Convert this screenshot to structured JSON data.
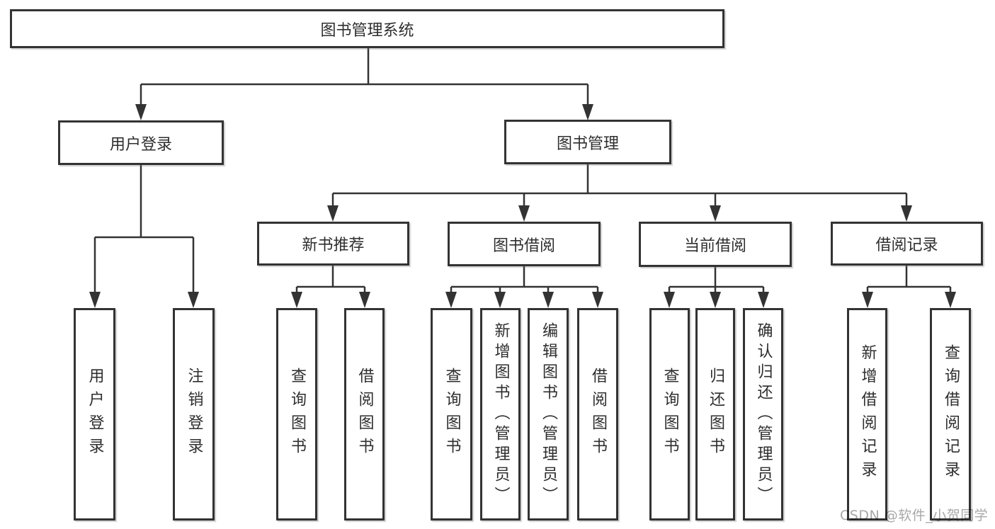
{
  "diagram": {
    "root": "图书管理系统",
    "level2": {
      "user_login": "用户登录",
      "book_management": "图书管理"
    },
    "level3": {
      "new_book": "新书推荐",
      "book_borrow": "图书借阅",
      "current_borrow": "当前借阅",
      "borrow_records": "借阅记录"
    },
    "leaves": {
      "user_login": [
        "用户登录",
        "注销登录"
      ],
      "new_book": [
        "查询图书",
        "借阅图书"
      ],
      "book_borrow": [
        "查询图书",
        "新增图书（管理员）",
        "编辑图书（管理员）",
        "借阅图书"
      ],
      "current_borrow": [
        "查询图书",
        "归还图书",
        "确认归还（管理员）"
      ],
      "borrow_records": [
        "新增借阅记录",
        "查询借阅记录"
      ]
    }
  },
  "watermark": "CSDN @软件_小贺同学",
  "colors": {
    "line": "#333333",
    "box_border": "#333333",
    "box_fill": "#ffffff",
    "text": "#2e2e2e",
    "watermark_text": "#a8a8a8",
    "background": "#ffffff"
  }
}
